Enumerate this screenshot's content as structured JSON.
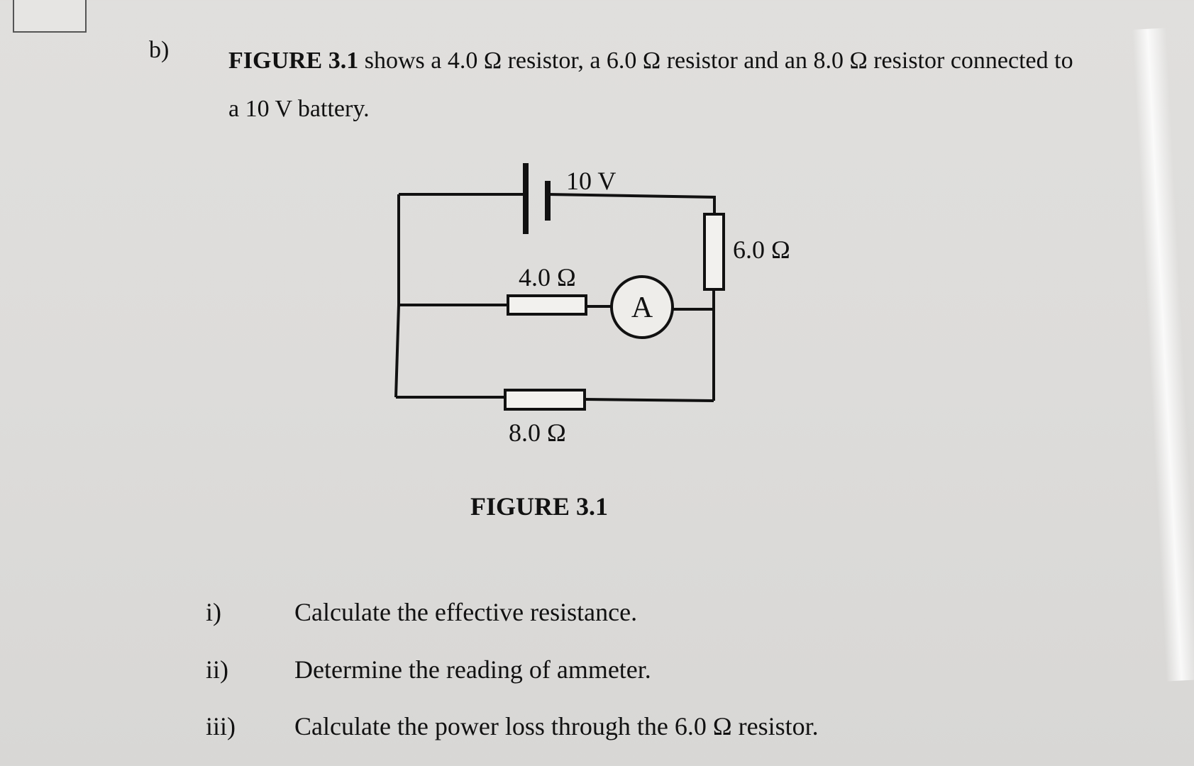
{
  "question": {
    "label": "b)",
    "intro_bold": "FIGURE 3.1",
    "intro_rest": " shows a 4.0 Ω resistor, a 6.0 Ω resistor and an 8.0 Ω resistor connected to a 10 V battery."
  },
  "figure": {
    "battery_label": "10 V",
    "resistor_6_label": "6.0 Ω",
    "resistor_4_label": "4.0 Ω",
    "ammeter_label": "A",
    "resistor_8_label": "8.0 Ω",
    "caption": "FIGURE 3.1"
  },
  "parts": [
    {
      "num": "i)",
      "text": "Calculate the effective resistance."
    },
    {
      "num": "ii)",
      "text": "Determine the reading of ammeter."
    },
    {
      "num": "iii)",
      "text": "Calculate the power loss through the 6.0 Ω resistor."
    }
  ]
}
